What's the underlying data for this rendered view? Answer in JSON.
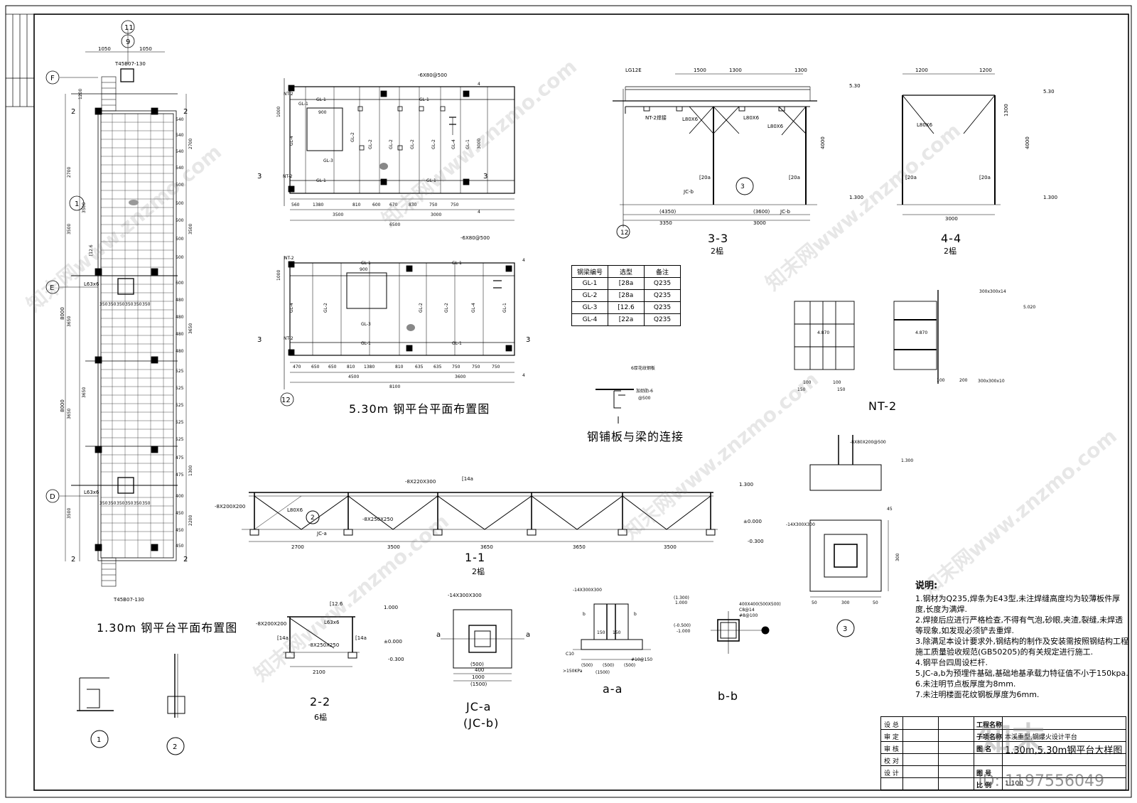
{
  "drawing": {
    "plan_130_title": "1.30m 钢平台平面布置图",
    "plan_530_title": "5.30m 钢平台平面布置图",
    "connection_title": "钢铺板与梁的连接",
    "nt2_title": "NT-2",
    "sec_11": "1-1",
    "sec_22": "2-2",
    "sec_33": "3-3",
    "sec_44": "4-4",
    "sec_aa": "a-a",
    "sec_bb": "b-b",
    "jca": "JC-a",
    "jcb": "(JC-b)",
    "scale_2": "2榀",
    "scale_6": "6榀",
    "axis_11": "11",
    "axis_9": "9",
    "axis_12": "12",
    "axis_F": "F",
    "axis_E": "E",
    "axis_D": "D",
    "ladder_top": "T45B07-130",
    "ladder_bot": "T45B07-130",
    "detail_1": "1",
    "detail_2": "2",
    "detail_3": "3",
    "elev_530": "5.30",
    "elev_130": "1.300",
    "elev_000": "±0.000",
    "elev_m0300": "-0.300",
    "elev_1000": "1.000",
    "plate_6x80": "-6X80@500",
    "plate_8x220": "-8X220X300",
    "plate_8x200": "-8X200X200",
    "plate_8x250": "-8X250X250",
    "plate_14x300": "-14X300X300",
    "lg12e": "LG12E",
    "dim_1050": "1050",
    "dim_3500": "3500",
    "dim_3650": "3650",
    "dim_2700": "2700",
    "dim_6500": "6500",
    "dim_8100": "8100",
    "dim_4500": "4500",
    "dim_3600": "3600",
    "dim_3000": "3000",
    "dim_3350": "3350",
    "dim_4350": "(4350)",
    "dim_2100": "2100",
    "dim_1200": "1200",
    "dim_1300": "1300",
    "dim_1500": "1500",
    "dim_4000": "4000",
    "dim_8000": "8000",
    "l80x6": "L80X6",
    "l63x6": "L63x6",
    "c20a": "[20a",
    "c14a": "[14a",
    "c126": "[12.6",
    "jcb_tag": "JC-b",
    "nt2_tag": "NT-2"
  },
  "steel_table": {
    "headers": [
      "钢梁编号",
      "选型",
      "备注"
    ],
    "rows": [
      [
        "GL-1",
        "[28a",
        "Q235"
      ],
      [
        "GL-2",
        "[28a",
        "Q235"
      ],
      [
        "GL-3",
        "[12.6",
        "Q235"
      ],
      [
        "GL-4",
        "[22a",
        "Q235"
      ]
    ]
  },
  "notes": {
    "heading": "说明:",
    "items": [
      "1.钢材为Q235,焊条为E43型,未注焊缝高度均为较薄板件厚度,长度为满焊.",
      "2.焊接后应进行严格检查,不得有气泡,砂眼,夹渣,裂缝,未焊透等现象,如发现必须铲去重焊.",
      "3.除满足本设计要求外,钢结构的制作及安装需按照钢结构工程施工质量验收规范(GB50205)的有关规定进行施工.",
      "4.钢平台四周设栏杆.",
      "5.JC-a,b为预埋件基础,基础地基承载力特征值不小于150kpa.",
      "6.未注明节点板厚度为8mm.",
      "7.未注明楼面花纹钢板厚度为6mm."
    ]
  },
  "title_block": {
    "project_label": "工程名称",
    "subproject_label": "子项名称",
    "subproject_value": "本溪重型,钢爆火设计平台",
    "drawing_label": "图 名",
    "drawing_value": "1.30m,5.30m钢平台大样图",
    "num_label": "图 号",
    "scale_label": "比 例",
    "scale_value": "1:100",
    "roles": [
      "设 总",
      "审 定",
      "审 核",
      "校 对",
      "设 计"
    ]
  },
  "watermark": {
    "brand": "知末",
    "id": "ID: 1197556049",
    "site": "知末网www.znzmo.com"
  }
}
